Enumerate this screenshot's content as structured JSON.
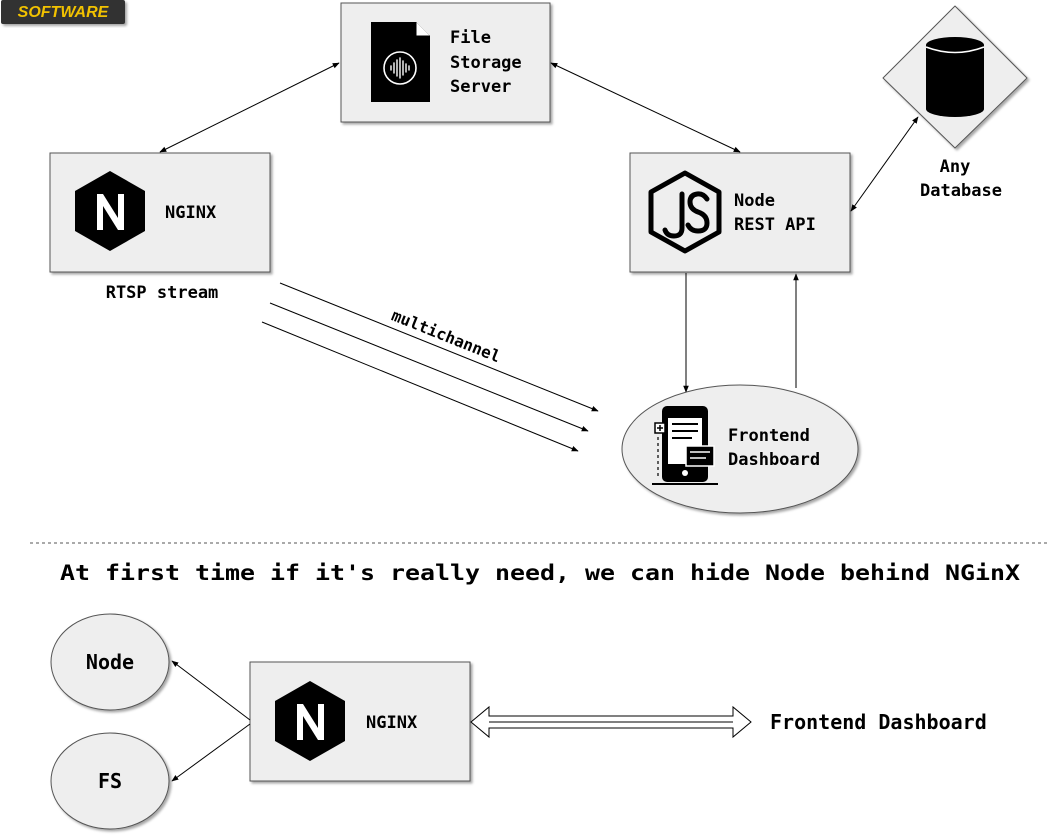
{
  "badge": {
    "label": "SOFTWARE"
  },
  "top": {
    "file_storage": {
      "lines": [
        "File",
        "Storage",
        "Server"
      ]
    },
    "nginx": {
      "label": "NGINX",
      "caption": "RTSP stream"
    },
    "node_api": {
      "lines": [
        "Node",
        "REST API"
      ]
    },
    "database": {
      "lines": [
        "Any",
        "Database"
      ]
    },
    "frontend": {
      "lines": [
        "Frontend",
        "Dashboard"
      ]
    },
    "stream_label": "multichannel"
  },
  "note": "At first time if it's really need, we can hide Node behind NGinX",
  "bottom": {
    "node": "Node",
    "fs": "FS",
    "nginx": "NGINX",
    "frontend": "Frontend Dashboard"
  },
  "colors": {
    "box_fill": "#eeeeee",
    "badge_fill": "#333333",
    "badge_text": "#f2c200"
  },
  "icons": [
    "audio-file-icon",
    "nginx-logo-icon",
    "nodejs-logo-icon",
    "database-icon",
    "mobile-dashboard-icon"
  ]
}
